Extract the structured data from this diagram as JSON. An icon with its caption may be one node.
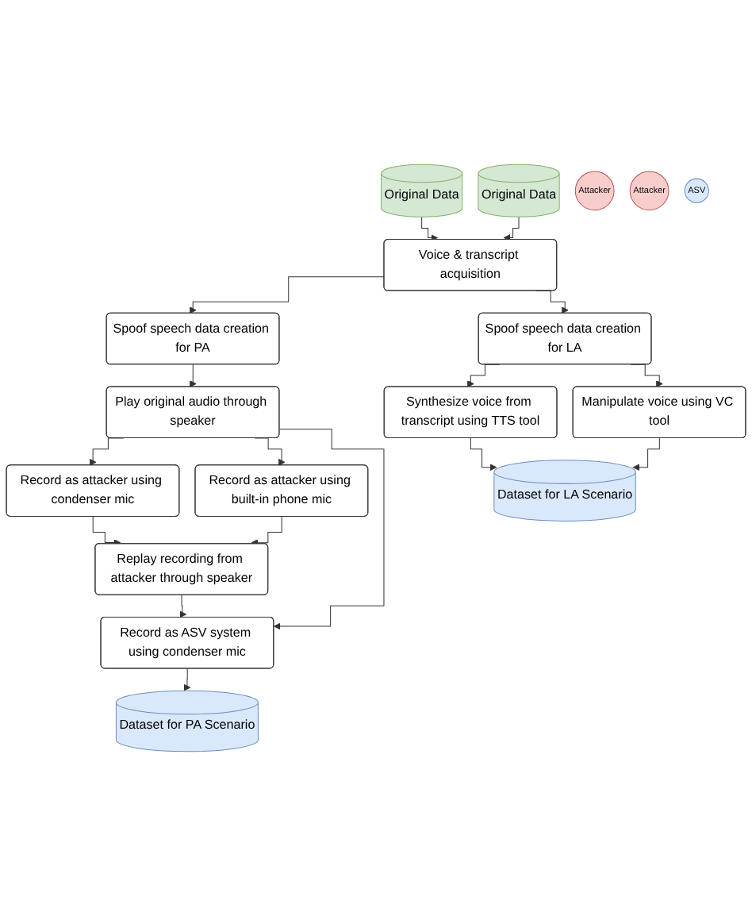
{
  "diagram": {
    "nodes": [
      {
        "text": [
          "Original Data"
        ]
      },
      {
        "text": [
          "Original Data"
        ]
      },
      {
        "text": [
          "Voice & transcript acquisition"
        ]
      },
      {
        "text": [
          "Spoof speech data creation for PA"
        ]
      },
      {
        "text": [
          "Spoof speech data creation for LA"
        ]
      },
      {
        "text": [
          "Play original audio through speaker"
        ]
      },
      {
        "text": [
          "Synthesize voice from transcript using TTS tool"
        ]
      },
      {
        "text": [
          "Manipulate voice using VC tool"
        ]
      },
      {
        "text": [
          "Attacker"
        ]
      },
      {
        "text": [
          "Attacker"
        ]
      },
      {
        "text": [
          "Record as attacker using condenser mic"
        ]
      },
      {
        "text": [
          "Record as attacker using built-in phone mic"
        ]
      },
      {
        "text": [
          "Dataset for LA Scenario"
        ]
      },
      {
        "text": [
          "Replay recording from attacker through speaker"
        ]
      },
      {
        "text": [
          "ASV"
        ]
      },
      {
        "text": [
          "Dataset for PA Scenario"
        ]
      },
      {
        "text": [
          "Record as ASV system using condenser mic"
        ]
      }
    ],
    "edges": [
      {
        "from": 0,
        "to": 2,
        "arrow": "to"
      },
      {
        "from": 1,
        "to": 2,
        "arrow": "to"
      },
      {
        "from": 2,
        "to": 3,
        "arrow": "to"
      },
      {
        "from": 2,
        "to": 4,
        "arrow": "to"
      },
      {
        "from": 3,
        "to": 5,
        "arrow": "to"
      },
      {
        "from": 4,
        "to": 6,
        "arrow": "to"
      },
      {
        "from": 4,
        "to": 7,
        "arrow": "to"
      },
      {
        "from": 5,
        "to": 10,
        "arrow": "to"
      },
      {
        "from": 5,
        "to": 11,
        "arrow": "to"
      },
      {
        "from": 5,
        "to": 16,
        "arrow": "to"
      },
      {
        "from": 6,
        "to": 12,
        "arrow": "to"
      },
      {
        "from": 7,
        "to": 12,
        "arrow": "to"
      },
      {
        "from": 10,
        "to": 13,
        "arrow": "to"
      },
      {
        "from": 11,
        "to": 13,
        "arrow": "to"
      },
      {
        "from": 13,
        "to": 16,
        "arrow": "to"
      },
      {
        "from": 16,
        "to": 15,
        "arrow": "to"
      }
    ]
  }
}
